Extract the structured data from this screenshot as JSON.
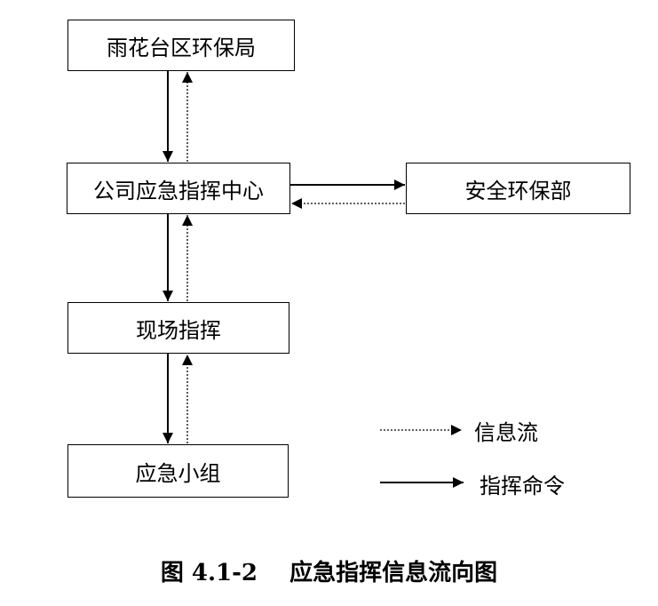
{
  "nodes": {
    "epb": "雨花台区环保局",
    "center": "公司应急指挥中心",
    "safety": "安全环保部",
    "site": "现场指挥",
    "team": "应急小组"
  },
  "legend": {
    "info_flow": "信息流",
    "command": "指挥命令"
  },
  "caption": "图 4.1-2    应急指挥信息流向图",
  "colors": {
    "line": "#000000",
    "background": "#ffffff"
  }
}
